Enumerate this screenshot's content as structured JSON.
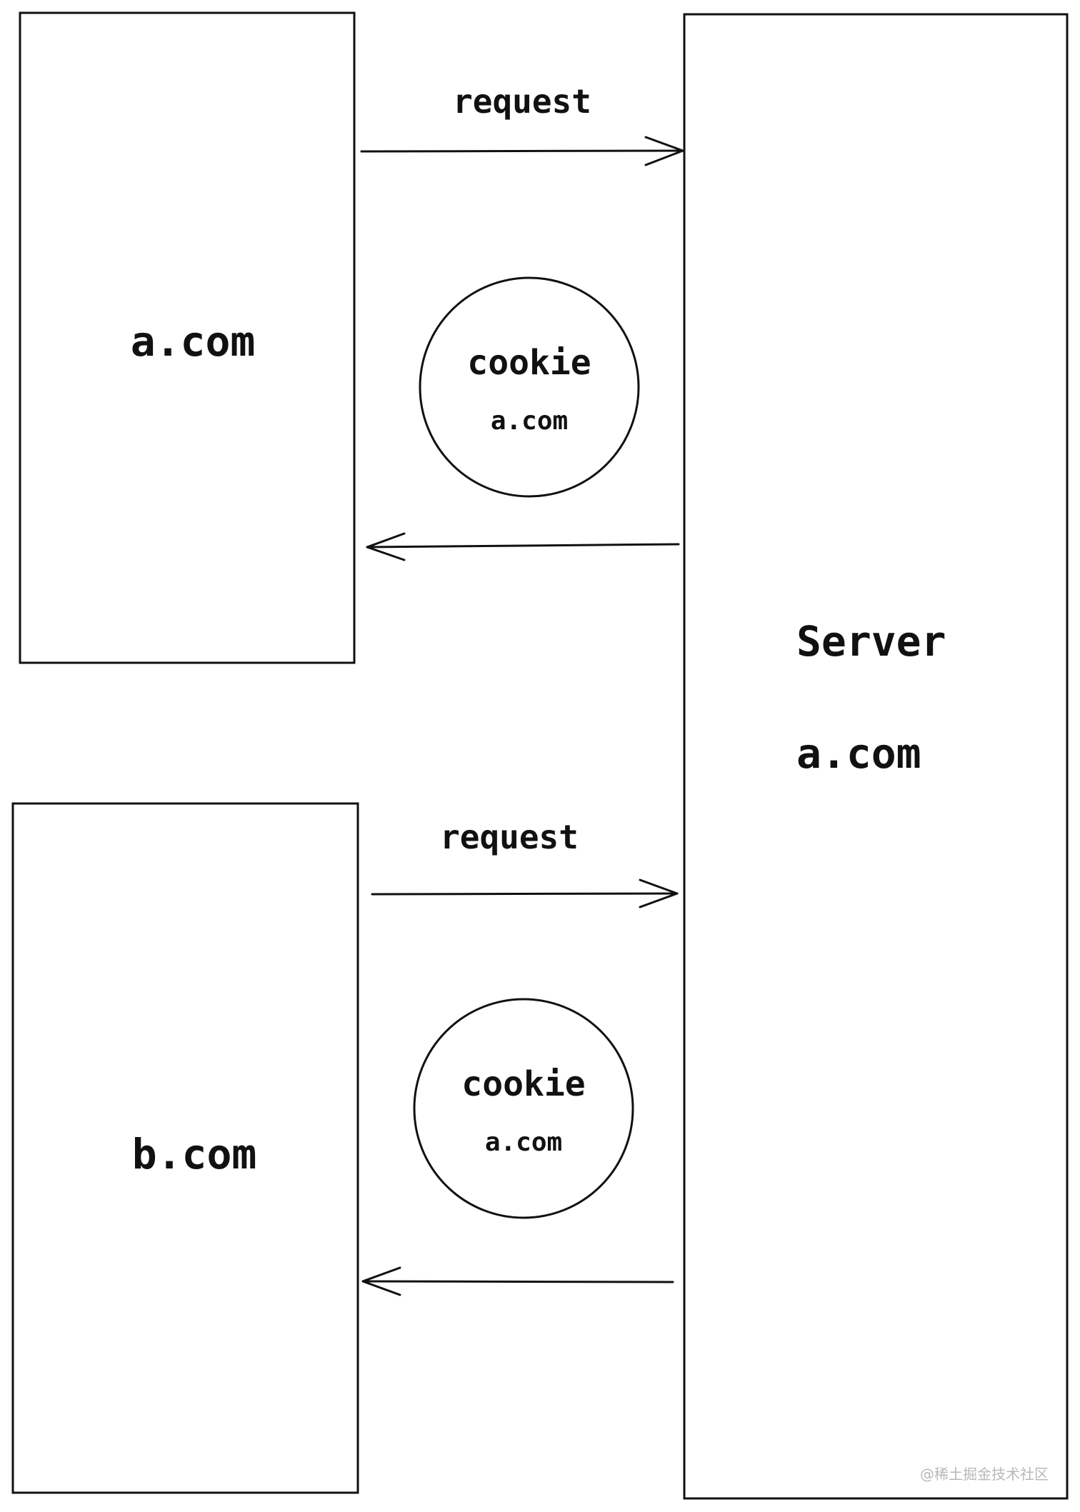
{
  "nodes": {
    "client_a": {
      "label": "a.com"
    },
    "client_b": {
      "label": "b.com"
    },
    "server": {
      "title": "Server",
      "domain": "a.com"
    }
  },
  "cookies": [
    {
      "title": "cookie",
      "domain": "a.com"
    },
    {
      "title": "cookie",
      "domain": "a.com"
    }
  ],
  "edges": [
    {
      "label": "request",
      "from": "a.com",
      "to": "Server"
    },
    {
      "label": "",
      "from": "Server",
      "to": "a.com"
    },
    {
      "label": "request",
      "from": "b.com",
      "to": "Server"
    },
    {
      "label": "",
      "from": "Server",
      "to": "b.com"
    }
  ],
  "watermark": "@稀土掘金技术社区"
}
